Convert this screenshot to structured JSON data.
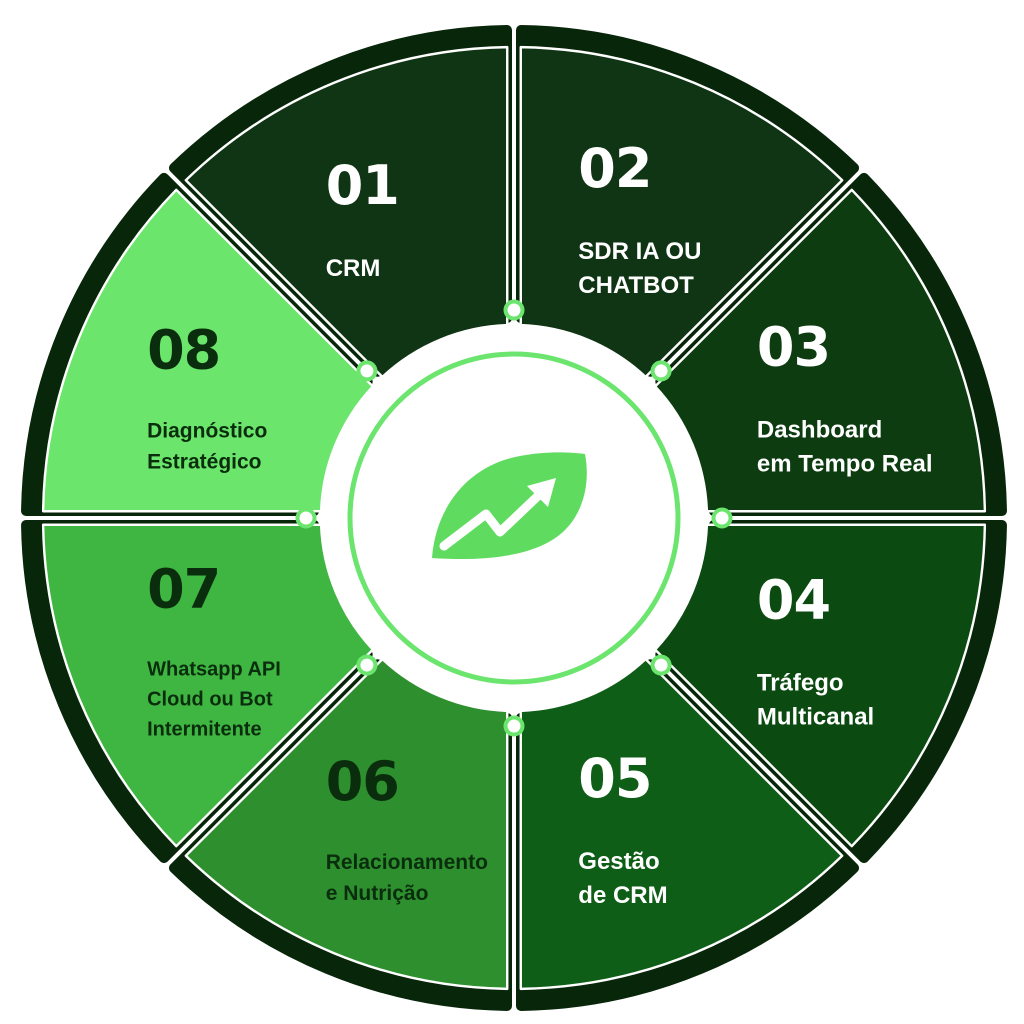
{
  "colors": {
    "outline": "#08260a",
    "ring": "#6be56e",
    "leaf": "#5fdc60",
    "white": "#ffffff",
    "darkText": "#0a2e0d"
  },
  "center": {
    "icon": "growth-leaf-icon"
  },
  "segments": [
    {
      "number": "01",
      "lines": [
        "CRM"
      ],
      "fill": "#0f3514",
      "text": "light"
    },
    {
      "number": "02",
      "lines": [
        "SDR IA OU",
        "CHATBOT"
      ],
      "fill": "#0f3514",
      "text": "light"
    },
    {
      "number": "03",
      "lines": [
        "Dashboard",
        "em Tempo Real"
      ],
      "fill": "#0c3c10",
      "text": "light"
    },
    {
      "number": "04",
      "lines": [
        "Tráfego",
        "Multicanal"
      ],
      "fill": "#0b4a10",
      "text": "light"
    },
    {
      "number": "05",
      "lines": [
        "Gestão",
        "de CRM"
      ],
      "fill": "#0f5e17",
      "text": "light"
    },
    {
      "number": "06",
      "lines": [
        "Relacionamento",
        "e Nutrição"
      ],
      "fill": "#2e8f2f",
      "text": "dark"
    },
    {
      "number": "07",
      "lines": [
        "Whatsapp API",
        "Cloud ou Bot",
        "Intermitente"
      ],
      "fill": "#3fb641",
      "text": "dark"
    },
    {
      "number": "08",
      "lines": [
        "Diagnóstico",
        "Estratégico"
      ],
      "fill": "#6be56b",
      "text": "dark"
    }
  ]
}
